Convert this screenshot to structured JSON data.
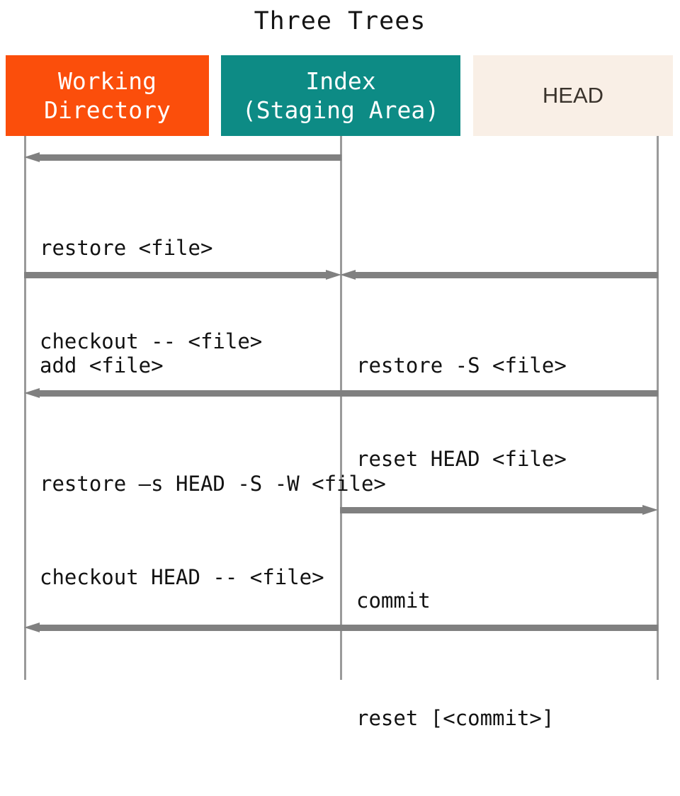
{
  "title": "Three Trees",
  "colors": {
    "working_directory": "#fb4e0b",
    "index": "#0d8b85",
    "head": "#f9efe6",
    "arrow": "#808080",
    "lifeline": "#9a9a9a",
    "text": "#121212",
    "background": "#ffffff"
  },
  "columns": [
    {
      "id": "working-directory",
      "line1": "Working",
      "line2": "Directory"
    },
    {
      "id": "index",
      "line1": "Index",
      "line2": "(Staging Area)"
    },
    {
      "id": "head",
      "line1": "HEAD",
      "line2": ""
    }
  ],
  "transitions": [
    {
      "id": "index-to-working",
      "from": "index",
      "to": "working-directory",
      "direction": "left",
      "commands": [
        "restore <file>",
        "checkout -- <file>"
      ],
      "line1": "restore <file>",
      "line2": "checkout -- <file>"
    },
    {
      "id": "working-to-index",
      "from": "working-directory",
      "to": "index",
      "direction": "right",
      "commands": [
        "add <file>"
      ],
      "line1": "add <file>",
      "line2": ""
    },
    {
      "id": "head-to-index",
      "from": "head",
      "to": "index",
      "direction": "left",
      "commands": [
        "restore -S <file>",
        "reset HEAD <file>"
      ],
      "line1": "restore -S <file>",
      "line2": "reset HEAD <file>"
    },
    {
      "id": "head-to-working",
      "from": "head",
      "to": "working-directory",
      "direction": "left",
      "commands": [
        "restore –s HEAD -S -W <file>",
        "checkout HEAD -- <file>"
      ],
      "line1": "restore –s HEAD -S -W <file>",
      "line2": "checkout HEAD -- <file>"
    },
    {
      "id": "index-to-head",
      "from": "index",
      "to": "head",
      "direction": "right",
      "commands": [
        "commit"
      ],
      "line1": "commit",
      "line2": ""
    },
    {
      "id": "head-to-working-reset",
      "from": "head",
      "to": "working-directory",
      "direction": "left",
      "commands": [
        "reset [<commit>]"
      ],
      "line1": "reset [<commit>]",
      "line2": ""
    }
  ]
}
